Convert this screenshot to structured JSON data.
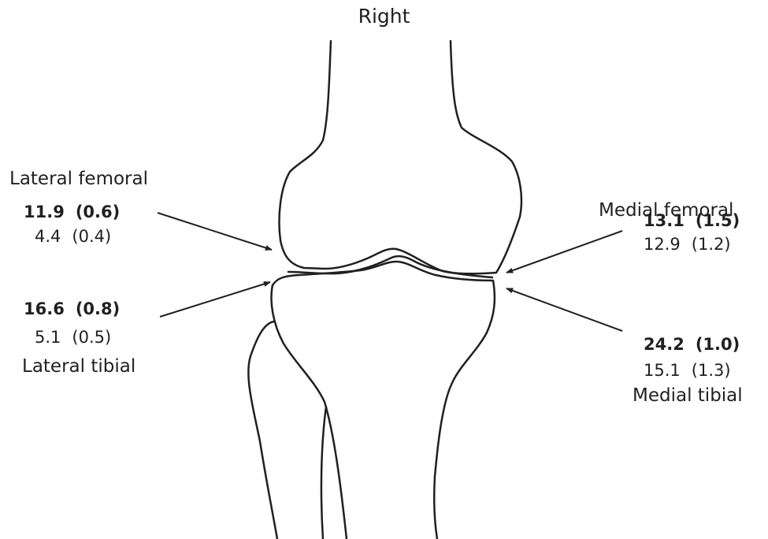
{
  "title": "Right",
  "colors": {
    "ink": "#231f20",
    "background": "#ffffff"
  },
  "regions": {
    "lateral_femoral": {
      "label": "Lateral femoral",
      "primary_value": "11.9",
      "primary_sd": "(0.6)",
      "secondary_value": "4.4",
      "secondary_sd": "(0.4)"
    },
    "lateral_tibial": {
      "label": "Lateral tibial",
      "primary_value": "16.6",
      "primary_sd": "(0.8)",
      "secondary_value": "5.1",
      "secondary_sd": "(0.5)"
    },
    "medial_femoral": {
      "label": "Medial femoral",
      "primary_value": "13.1",
      "primary_sd": "(1.5)",
      "secondary_value": "12.9",
      "secondary_sd": "(1.2)"
    },
    "medial_tibial": {
      "label": "Medial tibial",
      "primary_value": "24.2",
      "primary_sd": "(1.0)",
      "secondary_value": "15.1",
      "secondary_sd": "(1.3)"
    }
  }
}
